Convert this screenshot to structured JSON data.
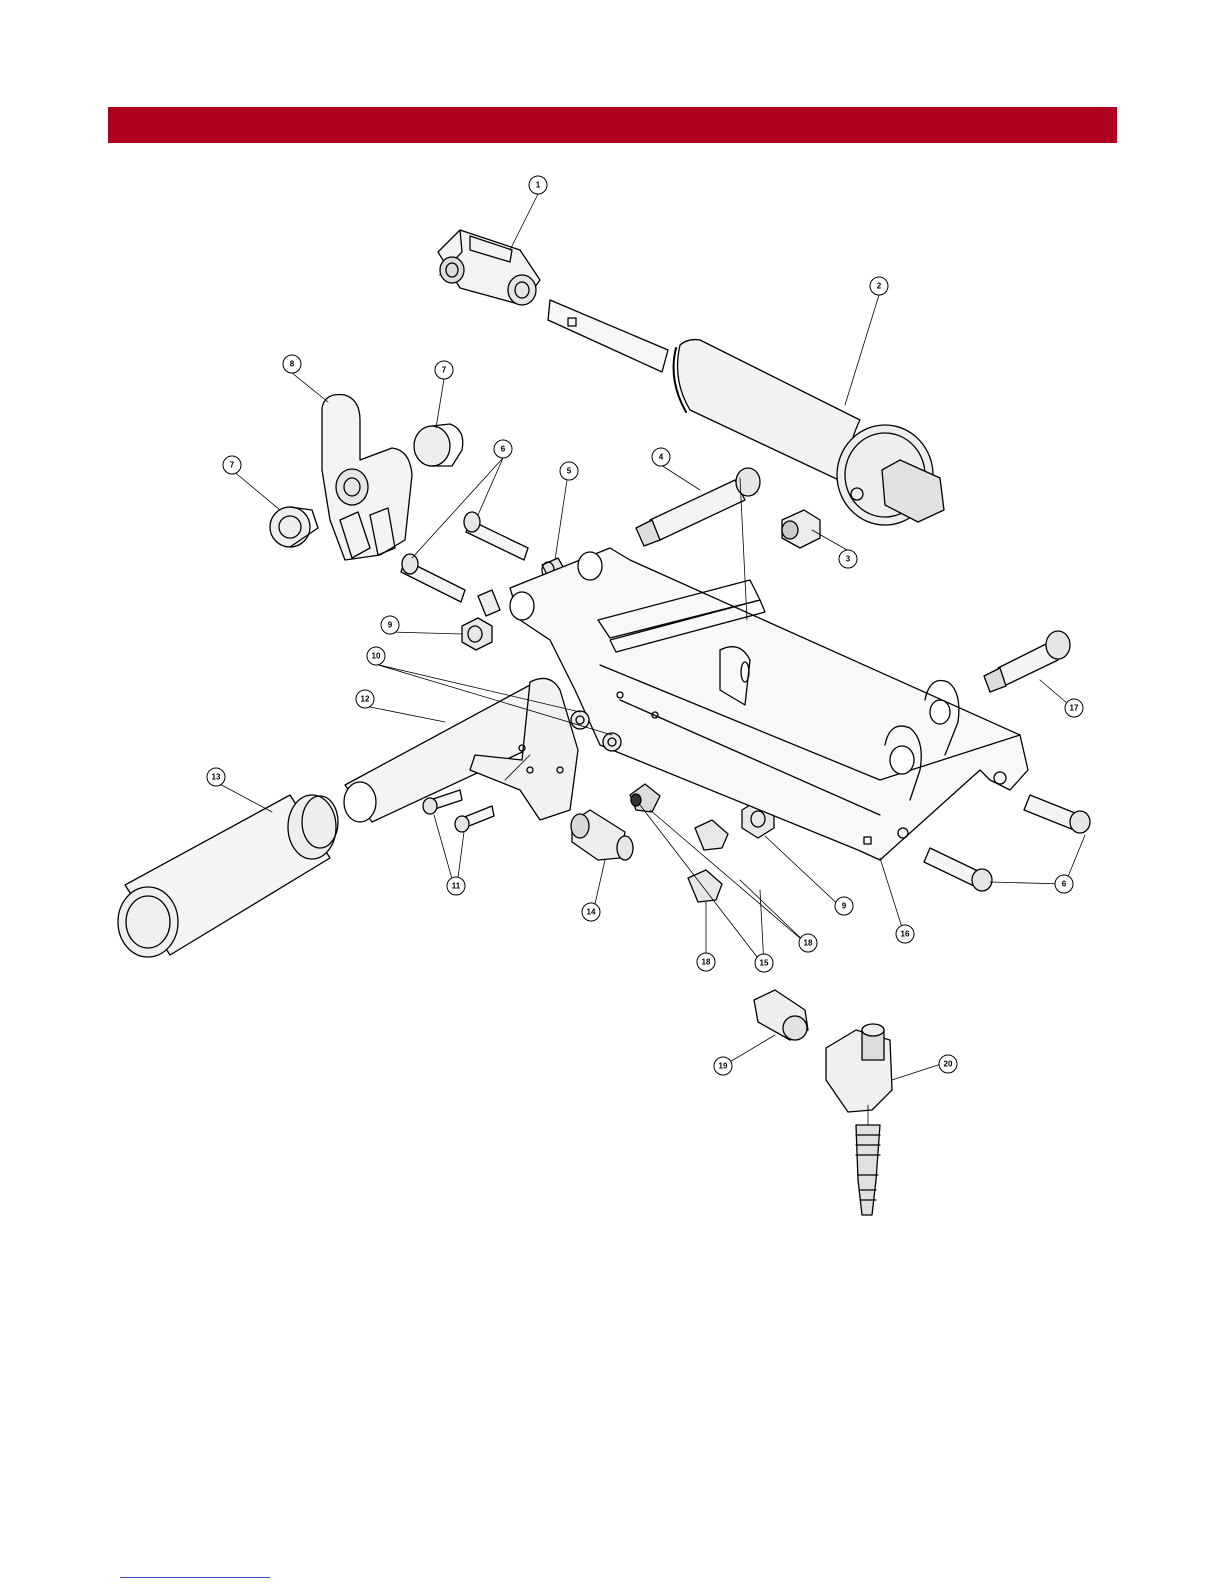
{
  "page": {
    "header_color": "#b00020",
    "footer_rule_color": "#3a4bd0"
  },
  "callouts": [
    {
      "n": "1"
    },
    {
      "n": "2"
    },
    {
      "n": "3"
    },
    {
      "n": "4"
    },
    {
      "n": "5"
    },
    {
      "n": "6"
    },
    {
      "n": "6"
    },
    {
      "n": "7"
    },
    {
      "n": "7"
    },
    {
      "n": "8"
    },
    {
      "n": "9"
    },
    {
      "n": "9"
    },
    {
      "n": "10"
    },
    {
      "n": "11"
    },
    {
      "n": "12"
    },
    {
      "n": "13"
    },
    {
      "n": "14"
    },
    {
      "n": "15"
    },
    {
      "n": "16"
    },
    {
      "n": "17"
    },
    {
      "n": "18"
    },
    {
      "n": "18"
    },
    {
      "n": "19"
    },
    {
      "n": "20"
    }
  ]
}
